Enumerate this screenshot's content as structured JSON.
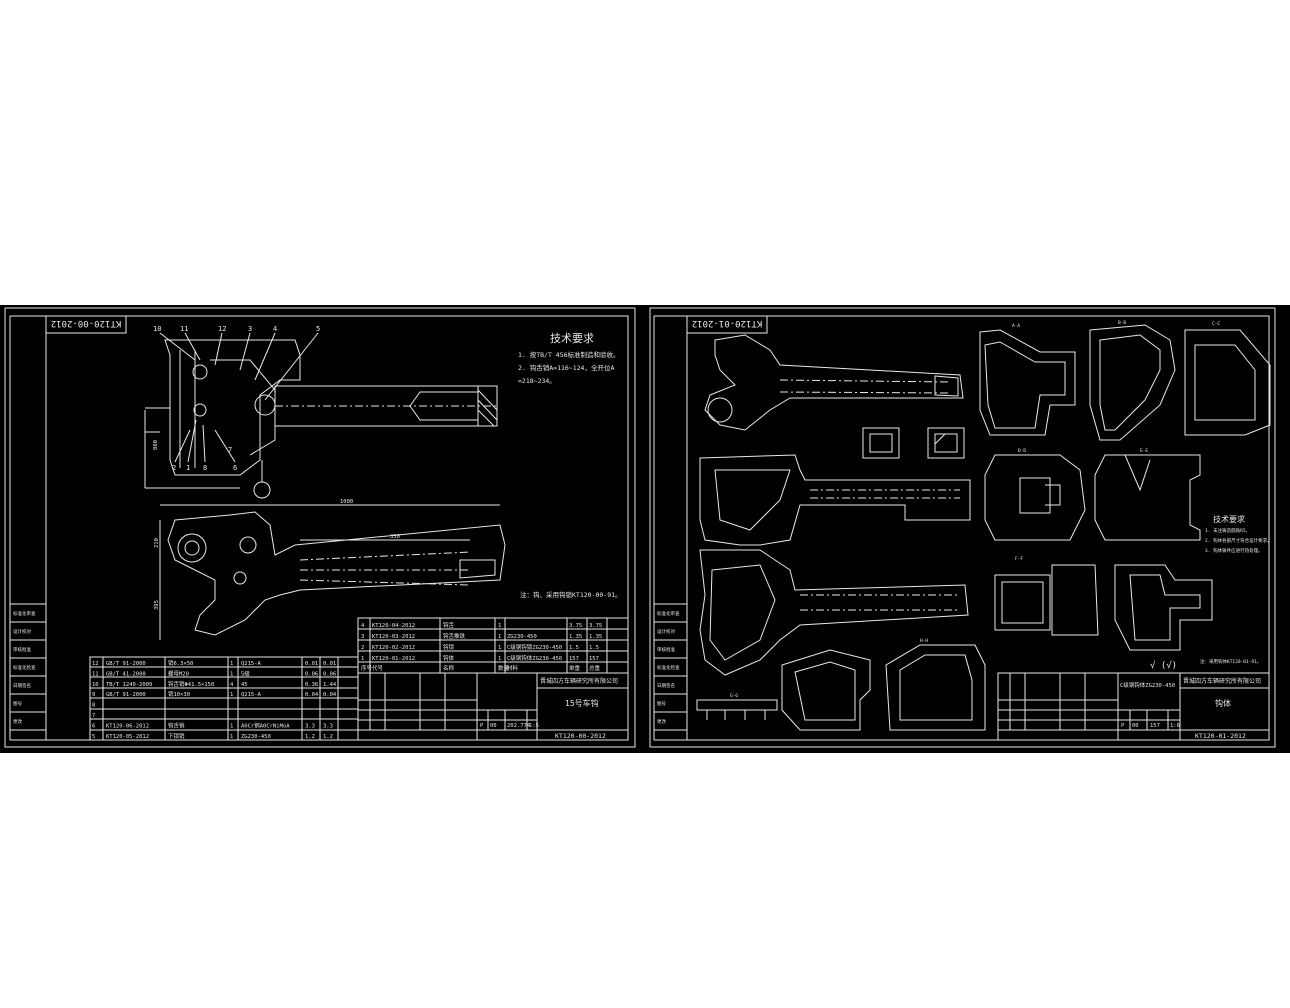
{
  "sheet_left": {
    "rotated_code": "KT120-00-2012",
    "tech_title": "技术要求",
    "tech_lines": [
      "1. 按TB/T 456标准制造和验收。",
      "2. 钩舌销A=116~124，全开位A",
      "   =218~234。"
    ],
    "note": "注：钩、采用钩锁KT120-00-91。",
    "callouts": [
      "10",
      "11",
      "12",
      "3",
      "4",
      "5",
      "2",
      "1",
      "8",
      "6",
      "7"
    ],
    "dim_labels": [
      "1000",
      "350",
      "880",
      "210",
      "395"
    ],
    "bom_rows": [
      [
        "12",
        "GB/T 91-2000",
        "销6.3×50",
        "1",
        "Q215-A",
        "0.01",
        "0.01"
      ],
      [
        "11",
        "GB/T 41-2000",
        "螺母M20",
        "1",
        "5级",
        "0.06",
        "0.06"
      ],
      [
        "10",
        "TB/T 1240-2009",
        "钩舌销Φ41.5×150",
        "4",
        "45",
        "0.36",
        "1.44"
      ],
      [
        "9",
        "GB/T 91-2000",
        "销10×30",
        "1",
        "Q215-A",
        "0.04",
        "0.04"
      ],
      [
        "8",
        "",
        "",
        "",
        "",
        "",
        ""
      ],
      [
        "7",
        "",
        "",
        "",
        "",
        "",
        ""
      ],
      [
        "6",
        "KT120-06-2012",
        "钩舌销",
        "1",
        "A0Cr钢A0CrNiMoA",
        "3.3",
        "3.3"
      ],
      [
        "5",
        "KT120-05-2012",
        "下锁销",
        "1",
        "ZG230-450",
        "1.2",
        "1.2"
      ]
    ],
    "parts_rows": [
      [
        "4",
        "KT120-04-2012",
        "钩舌",
        "1",
        "",
        "3.75",
        "3.75"
      ],
      [
        "3",
        "KT120-03-2012",
        "钩舌推铁",
        "1",
        "ZG230-450",
        "1.35",
        "1.35"
      ],
      [
        "2",
        "KT120-02-2012",
        "钩锁",
        "1",
        "C级钢钩锁ZG230-450",
        "1.5",
        "1.5"
      ],
      [
        "1",
        "KT120-01-2012",
        "钩体",
        "1",
        "C级钢钩体ZG230-450",
        "157",
        "157"
      ]
    ],
    "parts_header": [
      "序号",
      "代号",
      "名称",
      "数量",
      "材料",
      "单重",
      "总重"
    ],
    "company": "晋城四方车辆研究所有限公司",
    "drawing_name": "15号车钩",
    "scale_row": [
      "P",
      "00",
      "202.774",
      "1:5"
    ],
    "drawing_code": "KT120-00-2012",
    "side_labels": [
      "标准化审查",
      "设计校对",
      "审核批准",
      "标准化检查",
      "日期签名",
      "图号",
      "更改"
    ]
  },
  "sheet_right": {
    "rotated_code": "KT120-01-2012",
    "tech_title": "技术要求",
    "tech_lines": [
      "1. 未注铸造圆角R5。",
      "2. 钩体各部尺寸符合设计要求。",
      "3. 钩体铸件应进行热处理。"
    ],
    "roughness": "√ (√)",
    "note": "注：采用钩体KT120-01-91。",
    "material": "C级钢钩体ZG230-450",
    "company": "晋城四方车辆研究所有限公司",
    "drawing_name": "钩体",
    "scale_row": [
      "P",
      "00",
      "157",
      "1:6"
    ],
    "drawing_code": "KT120-01-2012",
    "section_labels": [
      "A-A",
      "B-B",
      "C-C",
      "D-D",
      "E-E",
      "F-F",
      "G-G",
      "H-H"
    ],
    "side_labels": [
      "标准化审查",
      "设计校对",
      "审核批准",
      "标准化检查",
      "日期签名",
      "图号",
      "更改"
    ]
  },
  "colors": {
    "background_band": "#000000",
    "line": "#e8e8e8",
    "page": "#ffffff"
  }
}
